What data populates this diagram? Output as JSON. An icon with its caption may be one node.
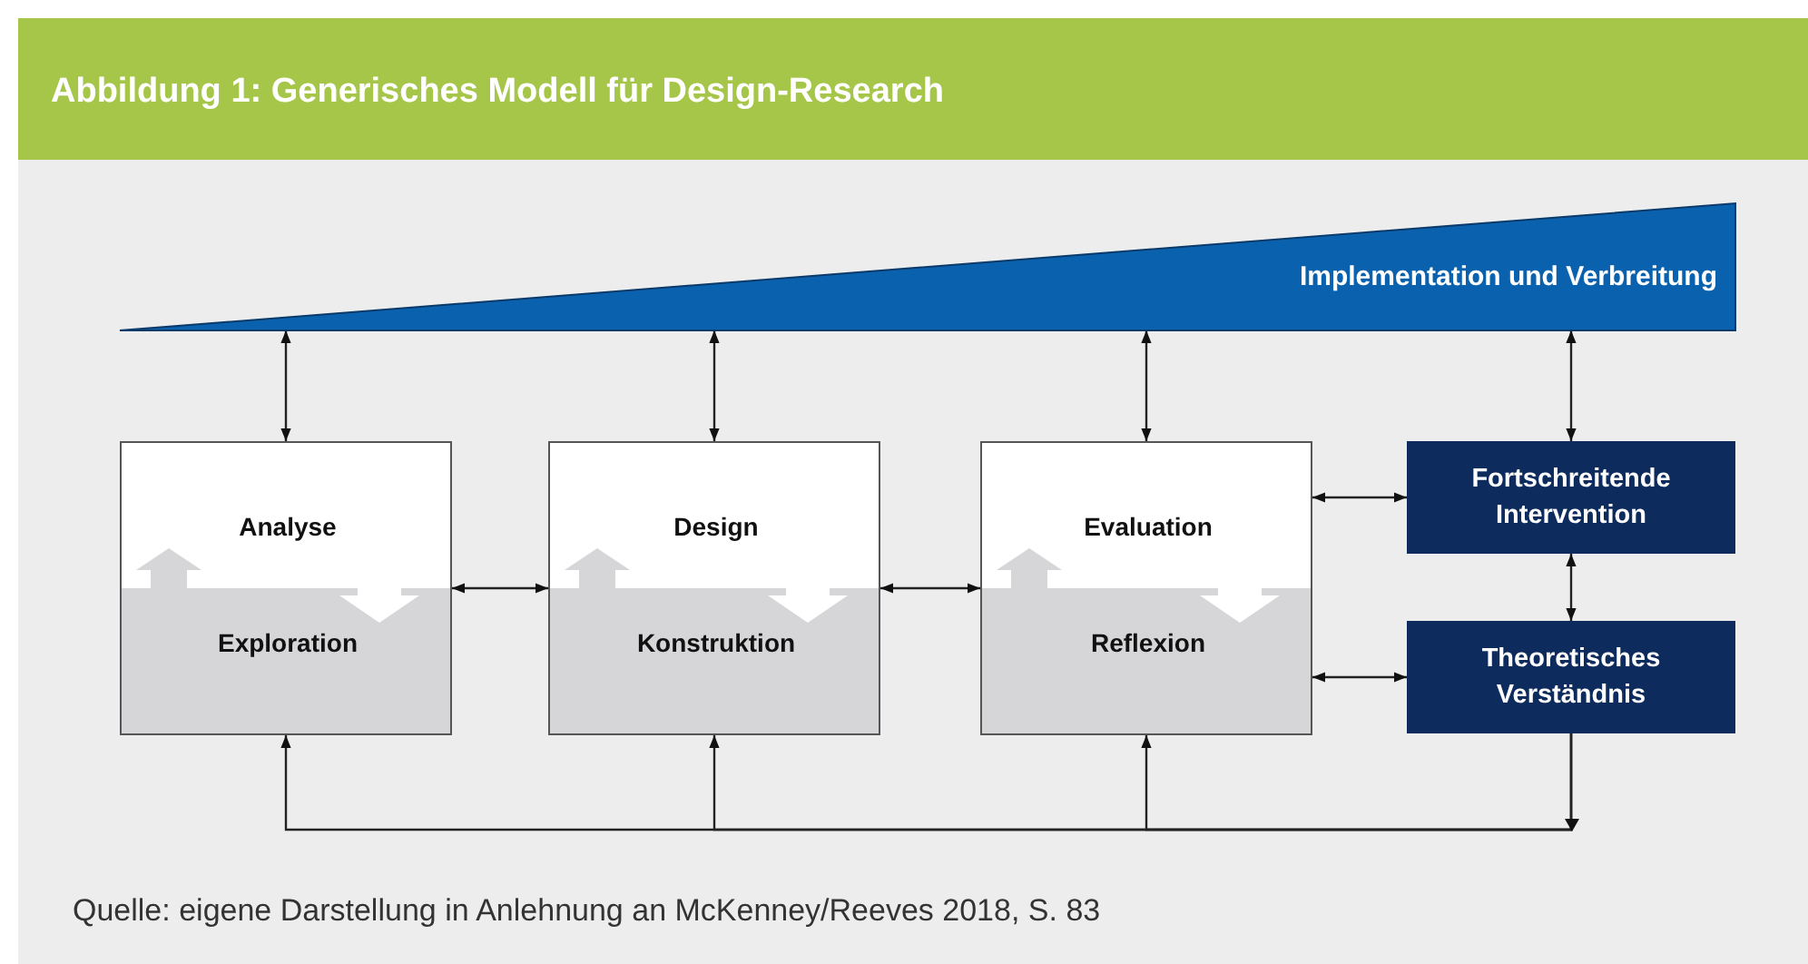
{
  "diagram": {
    "title": "Abbildung 1: Generisches Modell für Design-Research",
    "caption": "Quelle: eigene Darstellung in Anlehnung an McKenney/Reeves 2018, S. 83",
    "nodes": [
      {
        "text": [
          "Implementation und Verbreitung"
        ]
      },
      {
        "text": [
          "Analyse",
          "Exploration"
        ]
      },
      {
        "text": [
          "Design",
          "Konstruktion"
        ]
      },
      {
        "text": [
          "Evaluation",
          "Reflexion"
        ]
      },
      {
        "text": [
          "Fortschreitende Intervention"
        ]
      },
      {
        "text": [
          "Theoretisches Verständnis"
        ]
      }
    ],
    "edges": [
      {
        "from": 0,
        "to": 1,
        "arrow": "both"
      },
      {
        "from": 0,
        "to": 2,
        "arrow": "both"
      },
      {
        "from": 0,
        "to": 3,
        "arrow": "both"
      },
      {
        "from": 0,
        "to": 4,
        "arrow": "both"
      },
      {
        "from": 1,
        "to": 2,
        "arrow": "both"
      },
      {
        "from": 2,
        "to": 3,
        "arrow": "both"
      },
      {
        "from": 3,
        "to": 4,
        "arrow": "both"
      },
      {
        "from": 3,
        "to": 5,
        "arrow": "both"
      },
      {
        "from": 4,
        "to": 5,
        "arrow": "both"
      },
      {
        "from": 5,
        "to": 1,
        "arrow": "to"
      },
      {
        "from": 5,
        "to": 2,
        "arrow": "to"
      },
      {
        "from": 5,
        "to": 3,
        "arrow": "to"
      }
    ]
  }
}
